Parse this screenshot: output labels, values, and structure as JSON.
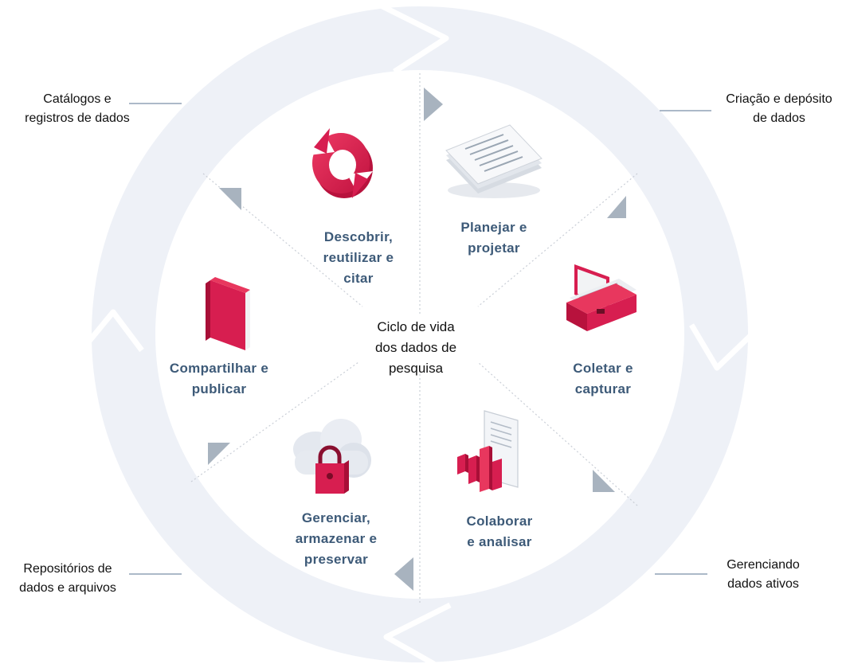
{
  "center_title": [
    "Ciclo de vida",
    "dos dados de",
    "pesquisa"
  ],
  "stages": [
    {
      "id": "plan",
      "lines": [
        "Planejar e",
        "projetar"
      ],
      "icon": "document-stack-icon"
    },
    {
      "id": "collect",
      "lines": [
        "Coletar e",
        "capturar"
      ],
      "icon": "briefcase-icon"
    },
    {
      "id": "analyze",
      "lines": [
        "Colaborar",
        "e analisar"
      ],
      "icon": "chart-document-icon"
    },
    {
      "id": "manage",
      "lines": [
        "Gerenciar,",
        "armazenar e",
        "preservar"
      ],
      "icon": "cloud-lock-icon"
    },
    {
      "id": "share",
      "lines": [
        "Compartilhar e",
        "publicar"
      ],
      "icon": "book-icon"
    },
    {
      "id": "discover",
      "lines": [
        "Descobrir,",
        "reutilizar e",
        "citar"
      ],
      "icon": "refresh-cycle-icon"
    }
  ],
  "outer_labels": [
    {
      "id": "create-deposit",
      "lines": [
        "Criação e depósito",
        "de dados"
      ]
    },
    {
      "id": "active-data",
      "lines": [
        "Gerenciando",
        "dados ativos"
      ]
    },
    {
      "id": "repositories",
      "lines": [
        "Repositórios de",
        "dados e arquivos"
      ]
    },
    {
      "id": "catalogs",
      "lines": [
        "Catálogos e",
        "registros de dados"
      ]
    }
  ],
  "colors": {
    "ring": "#eef1f7",
    "ring_edge": "#ffffff",
    "arrow": "#a8b3bf",
    "accent": "#d71e50",
    "stage_text": "#3d5a78",
    "divider": "#c9ced6",
    "leader": "#7a8fa6"
  }
}
